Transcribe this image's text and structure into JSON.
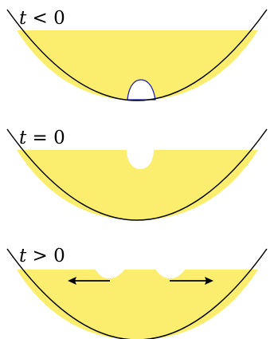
{
  "colors": {
    "fluid": "#FBEE6E",
    "container_outline": "#000000",
    "interface": "#1f1fb4",
    "arrow": "#000000",
    "background": "#ffffff"
  },
  "panels": [
    {
      "label_var": "t",
      "label_rel": " < ",
      "label_val": "0"
    },
    {
      "label_var": "t",
      "label_rel": " = ",
      "label_val": "0"
    },
    {
      "label_var": "t",
      "label_rel": " > ",
      "label_val": "0"
    }
  ]
}
